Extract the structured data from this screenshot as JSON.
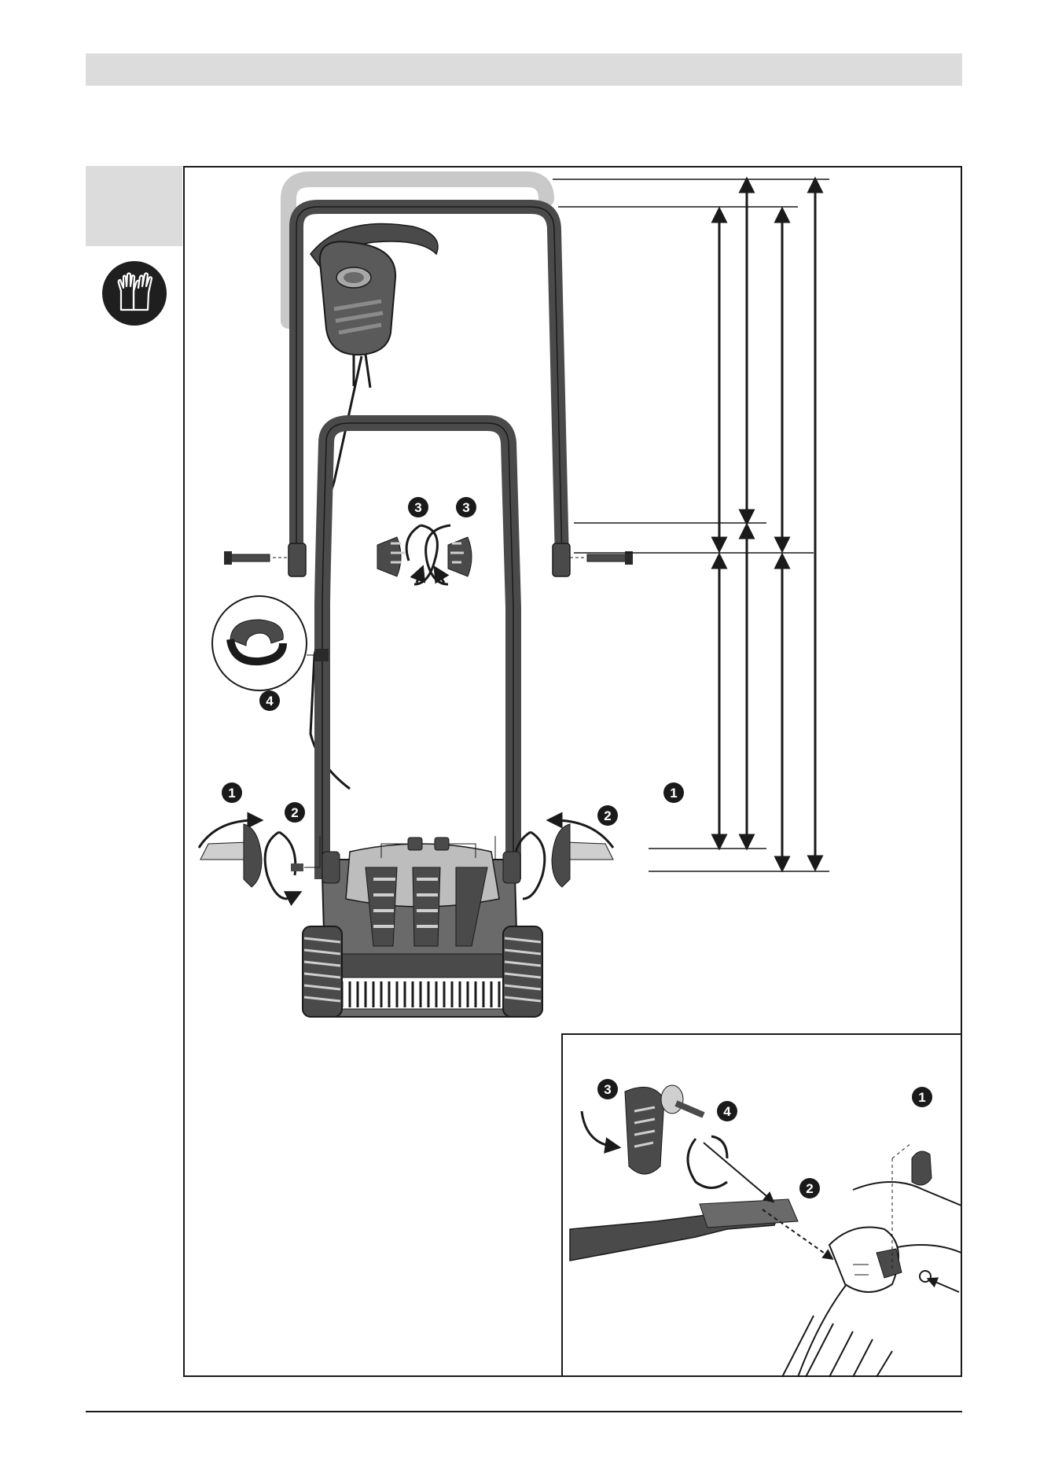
{
  "page": {
    "header_text": "",
    "footer_text": ""
  },
  "safety_icon": "gloves-icon",
  "main_figure": {
    "callouts": [
      "1",
      "2",
      "3",
      "3",
      "2",
      "1",
      "4"
    ]
  },
  "detail_figure": {
    "callouts": [
      "3",
      "4",
      "2",
      "1"
    ]
  },
  "colors": {
    "frame_gray": "#4a4a4a",
    "light_gray": "#cfcfcf",
    "band_gray": "#dcdcdc",
    "ink": "#1a1a1a"
  }
}
